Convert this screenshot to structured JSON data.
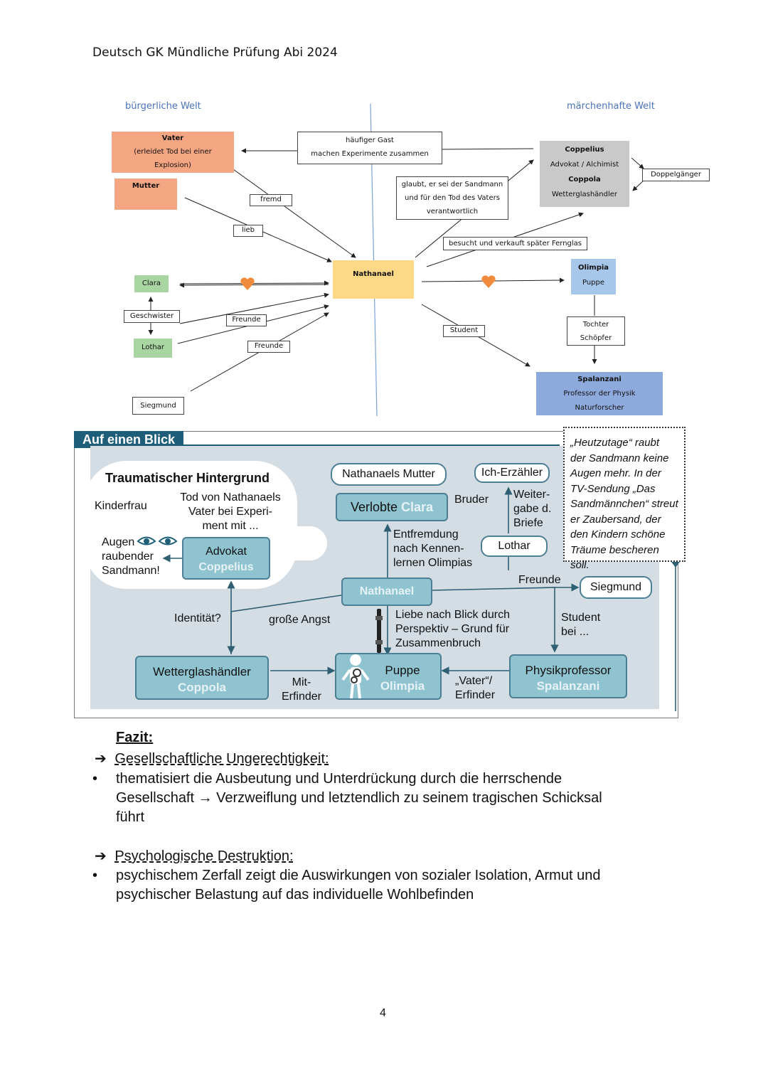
{
  "header": "Deutsch GK Mündliche Prüfung Abi 2024",
  "diagram": {
    "left_world": "bürgerliche Welt",
    "right_world": "märchenhafte Welt",
    "vater": [
      "Vater",
      "(erleidet Tod bei einer",
      "Explosion)"
    ],
    "mutter": "Mutter",
    "gast": [
      "häufiger Gast",
      "machen Experimente zusammen"
    ],
    "coppelius": [
      "Coppelius",
      "Advokat / Alchimist",
      "Coppola",
      "Wetterglashändler"
    ],
    "doppelganger": "Doppelgänger",
    "sandmann": [
      "glaubt, er sei der Sandmann",
      "und für den Tod des Vaters",
      "verantwortlich"
    ],
    "fremd": "fremd",
    "lieb": "lieb",
    "fernglas": "besucht und verkauft später Fernglas",
    "nathanael": "Nathanael",
    "clara": "Clara",
    "olimpia": [
      "Olimpia",
      "Puppe"
    ],
    "geschwister": "Geschwister",
    "freunde1": "Freunde",
    "freunde2": "Freunde",
    "lothar": "Lothar",
    "student": "Student",
    "tochter": [
      "Tochter",
      "Schöpfer"
    ],
    "siegmund": "Siegmund",
    "spalanzani": [
      "Spalanzani",
      "Professor der Physik",
      "Naturforscher"
    ]
  },
  "blick": {
    "title": "Auf einen Blick",
    "trauma_title": "Traumatischer Hintergrund",
    "kinderfrau": "Kinderfrau",
    "tod": [
      "Tod von Nathanaels",
      "Vater bei Experi-",
      "ment mit ..."
    ],
    "augen": [
      "Augen",
      "raubender",
      "Sandmann!"
    ],
    "advokat": "Advokat",
    "coppelius": "Coppelius",
    "mutter": "Nathanaels Mutter",
    "ich_erzaehler": "Ich-Erzähler",
    "verlobte": "Verlobte",
    "clara": "Clara",
    "bruder": "Bruder",
    "weitergabe": [
      "Weiter-",
      "gabe d.",
      "Briefe"
    ],
    "entfremdung": [
      "Entfremdung",
      "nach Kennen-",
      "lernen Olimpias"
    ],
    "lothar": "Lothar",
    "nathanael": "Nathanael",
    "freunde": "Freunde",
    "siegmund": "Siegmund",
    "identitaet": "Identität?",
    "angst": "große Angst",
    "liebe": [
      "Liebe nach Blick durch",
      "Perspektiv – Grund für",
      "Zusammenbruch"
    ],
    "student": [
      "Student",
      "bei ..."
    ],
    "wetterglas": "Wetterglashändler",
    "coppola": "Coppola",
    "miterfinder": [
      "Mit-",
      "Erfinder"
    ],
    "puppe": "Puppe",
    "olimpia": "Olimpia",
    "vater_erfinder": [
      "„Vater“/",
      "Erfinder"
    ],
    "physik": "Physikprofessor",
    "spalanzani": "Spalanzani",
    "quote": [
      "„Heutzutage“ raubt",
      "der Sandmann keine",
      "Augen mehr. In der",
      "TV-Sendung „Das",
      "Sandmännchen“ streut",
      "er Zaubersand, der",
      "den Kindern schöne",
      "Träume bescheren soll."
    ]
  },
  "fazit": {
    "title": "Fazit:",
    "h1": "Gesellschaftliche Ungerechtigkeit:",
    "p1": [
      "thematisiert die Ausbeutung und Unterdrückung durch die herrschende",
      "Gesellschaft → Verzweiflung und letztendlich zu seinem tragischen Schicksal",
      "führt"
    ],
    "h2": "Psychologische Destruktion:",
    "p2": [
      "psychischem Zerfall zeigt die Auswirkungen von sozialer Isolation, Armut und",
      "psychischer Belastung auf das individuelle Wohlbefinden"
    ]
  },
  "page_number": "4",
  "colors": {
    "vater": "#f4a582",
    "nathanael": "#fdd887",
    "coppelius": "#c9c9c9",
    "clara": "#a8d5a2",
    "olimpia": "#a7c7ea",
    "spalanzani": "#8ea9db",
    "heart": "#f08a3c",
    "blick_tab": "#1e5e78"
  }
}
